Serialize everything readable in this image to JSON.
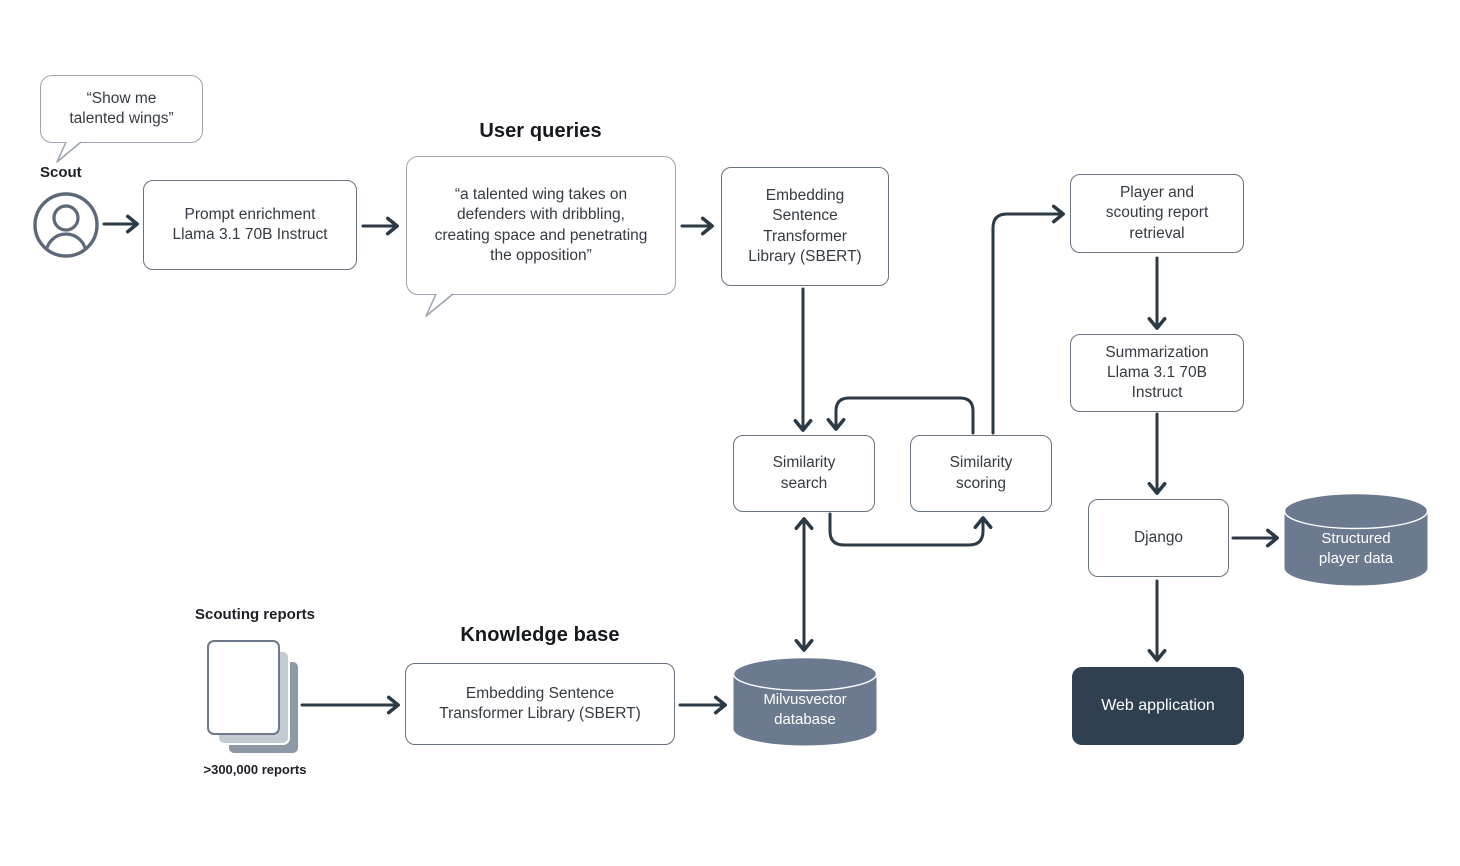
{
  "headings": {
    "user_queries": "User queries",
    "knowledge_base": "Knowledge base"
  },
  "scout": {
    "bubble_text": "“Show me\ntalented wings”",
    "label": "Scout"
  },
  "source": {
    "label": "Scouting reports",
    "count": ">300,000 reports"
  },
  "nodes": {
    "prompt_enrichment": "Prompt enrichment\nLlama 3.1 70B Instruct",
    "query_bubble": "“a talented wing takes on\ndefenders with dribbling,\ncreating space and penetrating\nthe opposition”",
    "sbert_query": "Embedding\nSentence\nTransformer\nLibrary (SBERT)",
    "similarity_search": "Similarity\nsearch",
    "similarity_scoring": "Similarity\nscoring",
    "player_retrieval": "Player and\nscouting report\nretrieval",
    "summarization": "Summarization\nLlama 3.1 70B\nInstruct",
    "django": "Django",
    "structured_player_data": "Structured\nplayer data",
    "web_application": "Web application",
    "sbert_knowledge": "Embedding Sentence\nTransformer Library (SBERT)",
    "milvus": "Milvusvector\ndatabase"
  },
  "colors": {
    "connector": "#2c3a46",
    "box_border": "#68737f",
    "bubble_border": "#9aa3ae",
    "cylinder_fill": "#6b7a8e",
    "dark_box_fill": "#2f4150",
    "doc_middle": "#c5cbd3",
    "doc_back": "#8d98a5",
    "icon_stroke": "#5d6879"
  }
}
